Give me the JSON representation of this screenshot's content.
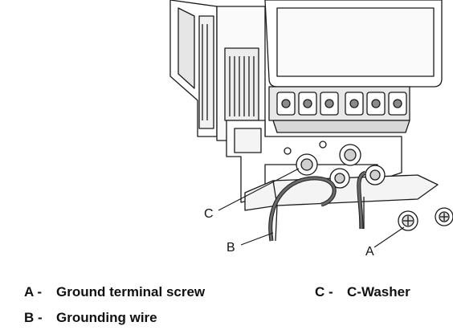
{
  "callouts": {
    "a": "A",
    "b": "B",
    "c": "C"
  },
  "legend": [
    {
      "key": "A -",
      "text": "Ground terminal screw"
    },
    {
      "key": "B -",
      "text": "Grounding wire"
    },
    {
      "key": "C -",
      "text": "C-Washer"
    }
  ],
  "colors": {
    "line": "#1a1a1a",
    "body": "#ffffff",
    "shade": "#dcdcdc",
    "dark": "#555555",
    "wire": "#6a6a6a"
  }
}
